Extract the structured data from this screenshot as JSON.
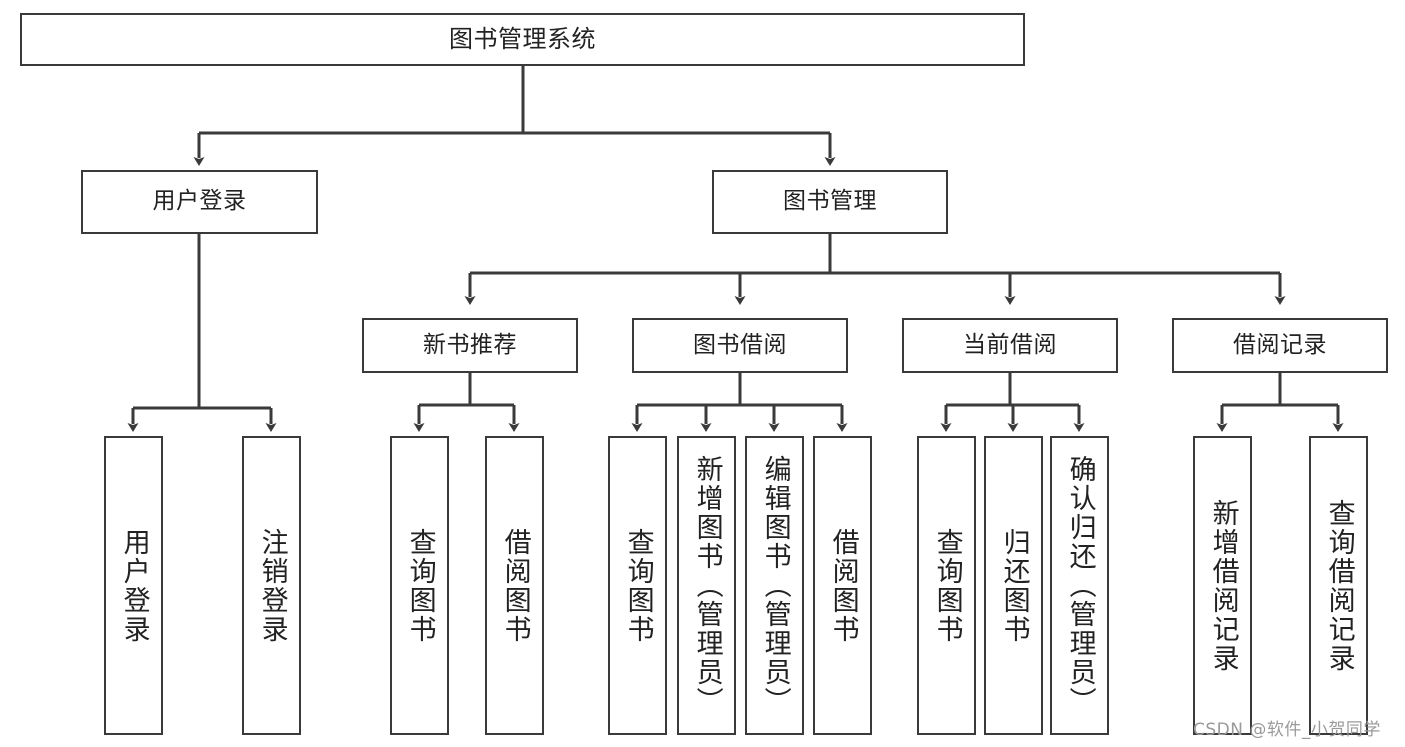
{
  "diagram": {
    "title": "图书管理系统",
    "type": "tree-hierarchy-diagram",
    "watermark": "CSDN @软件_小贺同学",
    "colors": {
      "box_border": "#3a3a3a",
      "box_fill": "#ffffff",
      "edge": "#3a3a3a",
      "text": "#222222",
      "watermark": "#9a9a9a",
      "background": "#ffffff"
    },
    "nodes": {
      "root": {
        "label": "图书管理系统"
      },
      "level2": [
        {
          "label": "用户登录"
        },
        {
          "label": "图书管理"
        }
      ],
      "level3": [
        {
          "label": "新书推荐"
        },
        {
          "label": "图书借阅"
        },
        {
          "label": "当前借阅"
        },
        {
          "label": "借阅记录"
        }
      ],
      "leaves_user_login": [
        {
          "label": "用户登录"
        },
        {
          "label": "注销登录"
        }
      ],
      "leaves_new_book": [
        {
          "label": "查询图书"
        },
        {
          "label": "借阅图书"
        }
      ],
      "leaves_borrow": [
        {
          "label": "查询图书"
        },
        {
          "label": "新增图书（管理员）"
        },
        {
          "label": "编辑图书（管理员）"
        },
        {
          "label": "借阅图书"
        }
      ],
      "leaves_current": [
        {
          "label": "查询图书"
        },
        {
          "label": "归还图书"
        },
        {
          "label": "确认归还（管理员）"
        }
      ],
      "leaves_records": [
        {
          "label": "新增借阅记录"
        },
        {
          "label": "查询借阅记录"
        }
      ]
    }
  }
}
